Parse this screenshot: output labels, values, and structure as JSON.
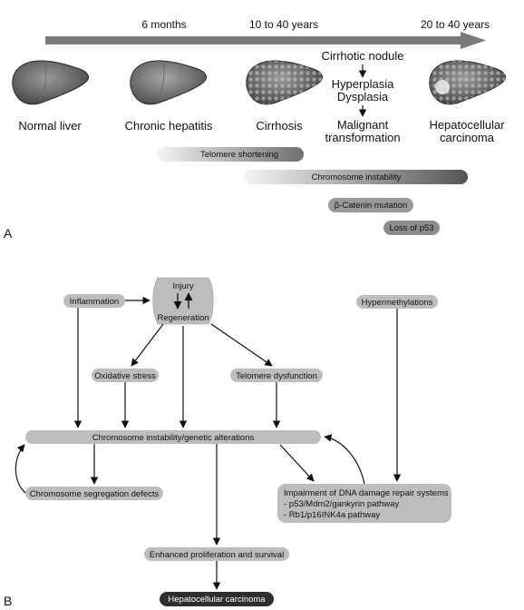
{
  "panel_a": {
    "label": "A",
    "timeline": [
      "6 months",
      "10 to 40 years",
      "20 to 40 years"
    ],
    "stages": {
      "normal": "Normal liver",
      "hepatitis": "Chronic hepatitis",
      "cirrhosis": "Cirrhosis",
      "malignant_1": "Malignant",
      "malignant_2": "transformation",
      "hcc_1": "Hepatocellular",
      "hcc_2": "carcinoma"
    },
    "progression": [
      "Cirrhotic nodule",
      "Hyperplasia",
      "Dysplasia"
    ],
    "bars": {
      "telomere": "Telomere shortening",
      "chromosome": "Chromosome instability",
      "catenin": "β-Catenin mutation",
      "p53": "Loss of p53"
    }
  },
  "panel_b": {
    "label": "B",
    "injury": "Injury",
    "regeneration": "Regeneration",
    "inflammation": "Inflammation",
    "hypermethylations": "Hypermethylations",
    "oxidative": "Oxidative stress",
    "telomere": "Telomere dysfunction",
    "chromosome": "Chromosome instability/genetic alterations",
    "segregation": "Chromosome segregation defects",
    "dna_repair": [
      "Impairment of DNA damage repair systems",
      "- p53/Mdm2/gankyrin pathway",
      "- Rb1/p16INK4a pathway"
    ],
    "proliferation": "Enhanced proliferation and survival",
    "hcc": "Hepatocellular carcinoma"
  },
  "colors": {
    "box_gray": "#bdbdbd",
    "dark": "#2e2e2e",
    "arrow": "#7a7a7a"
  }
}
